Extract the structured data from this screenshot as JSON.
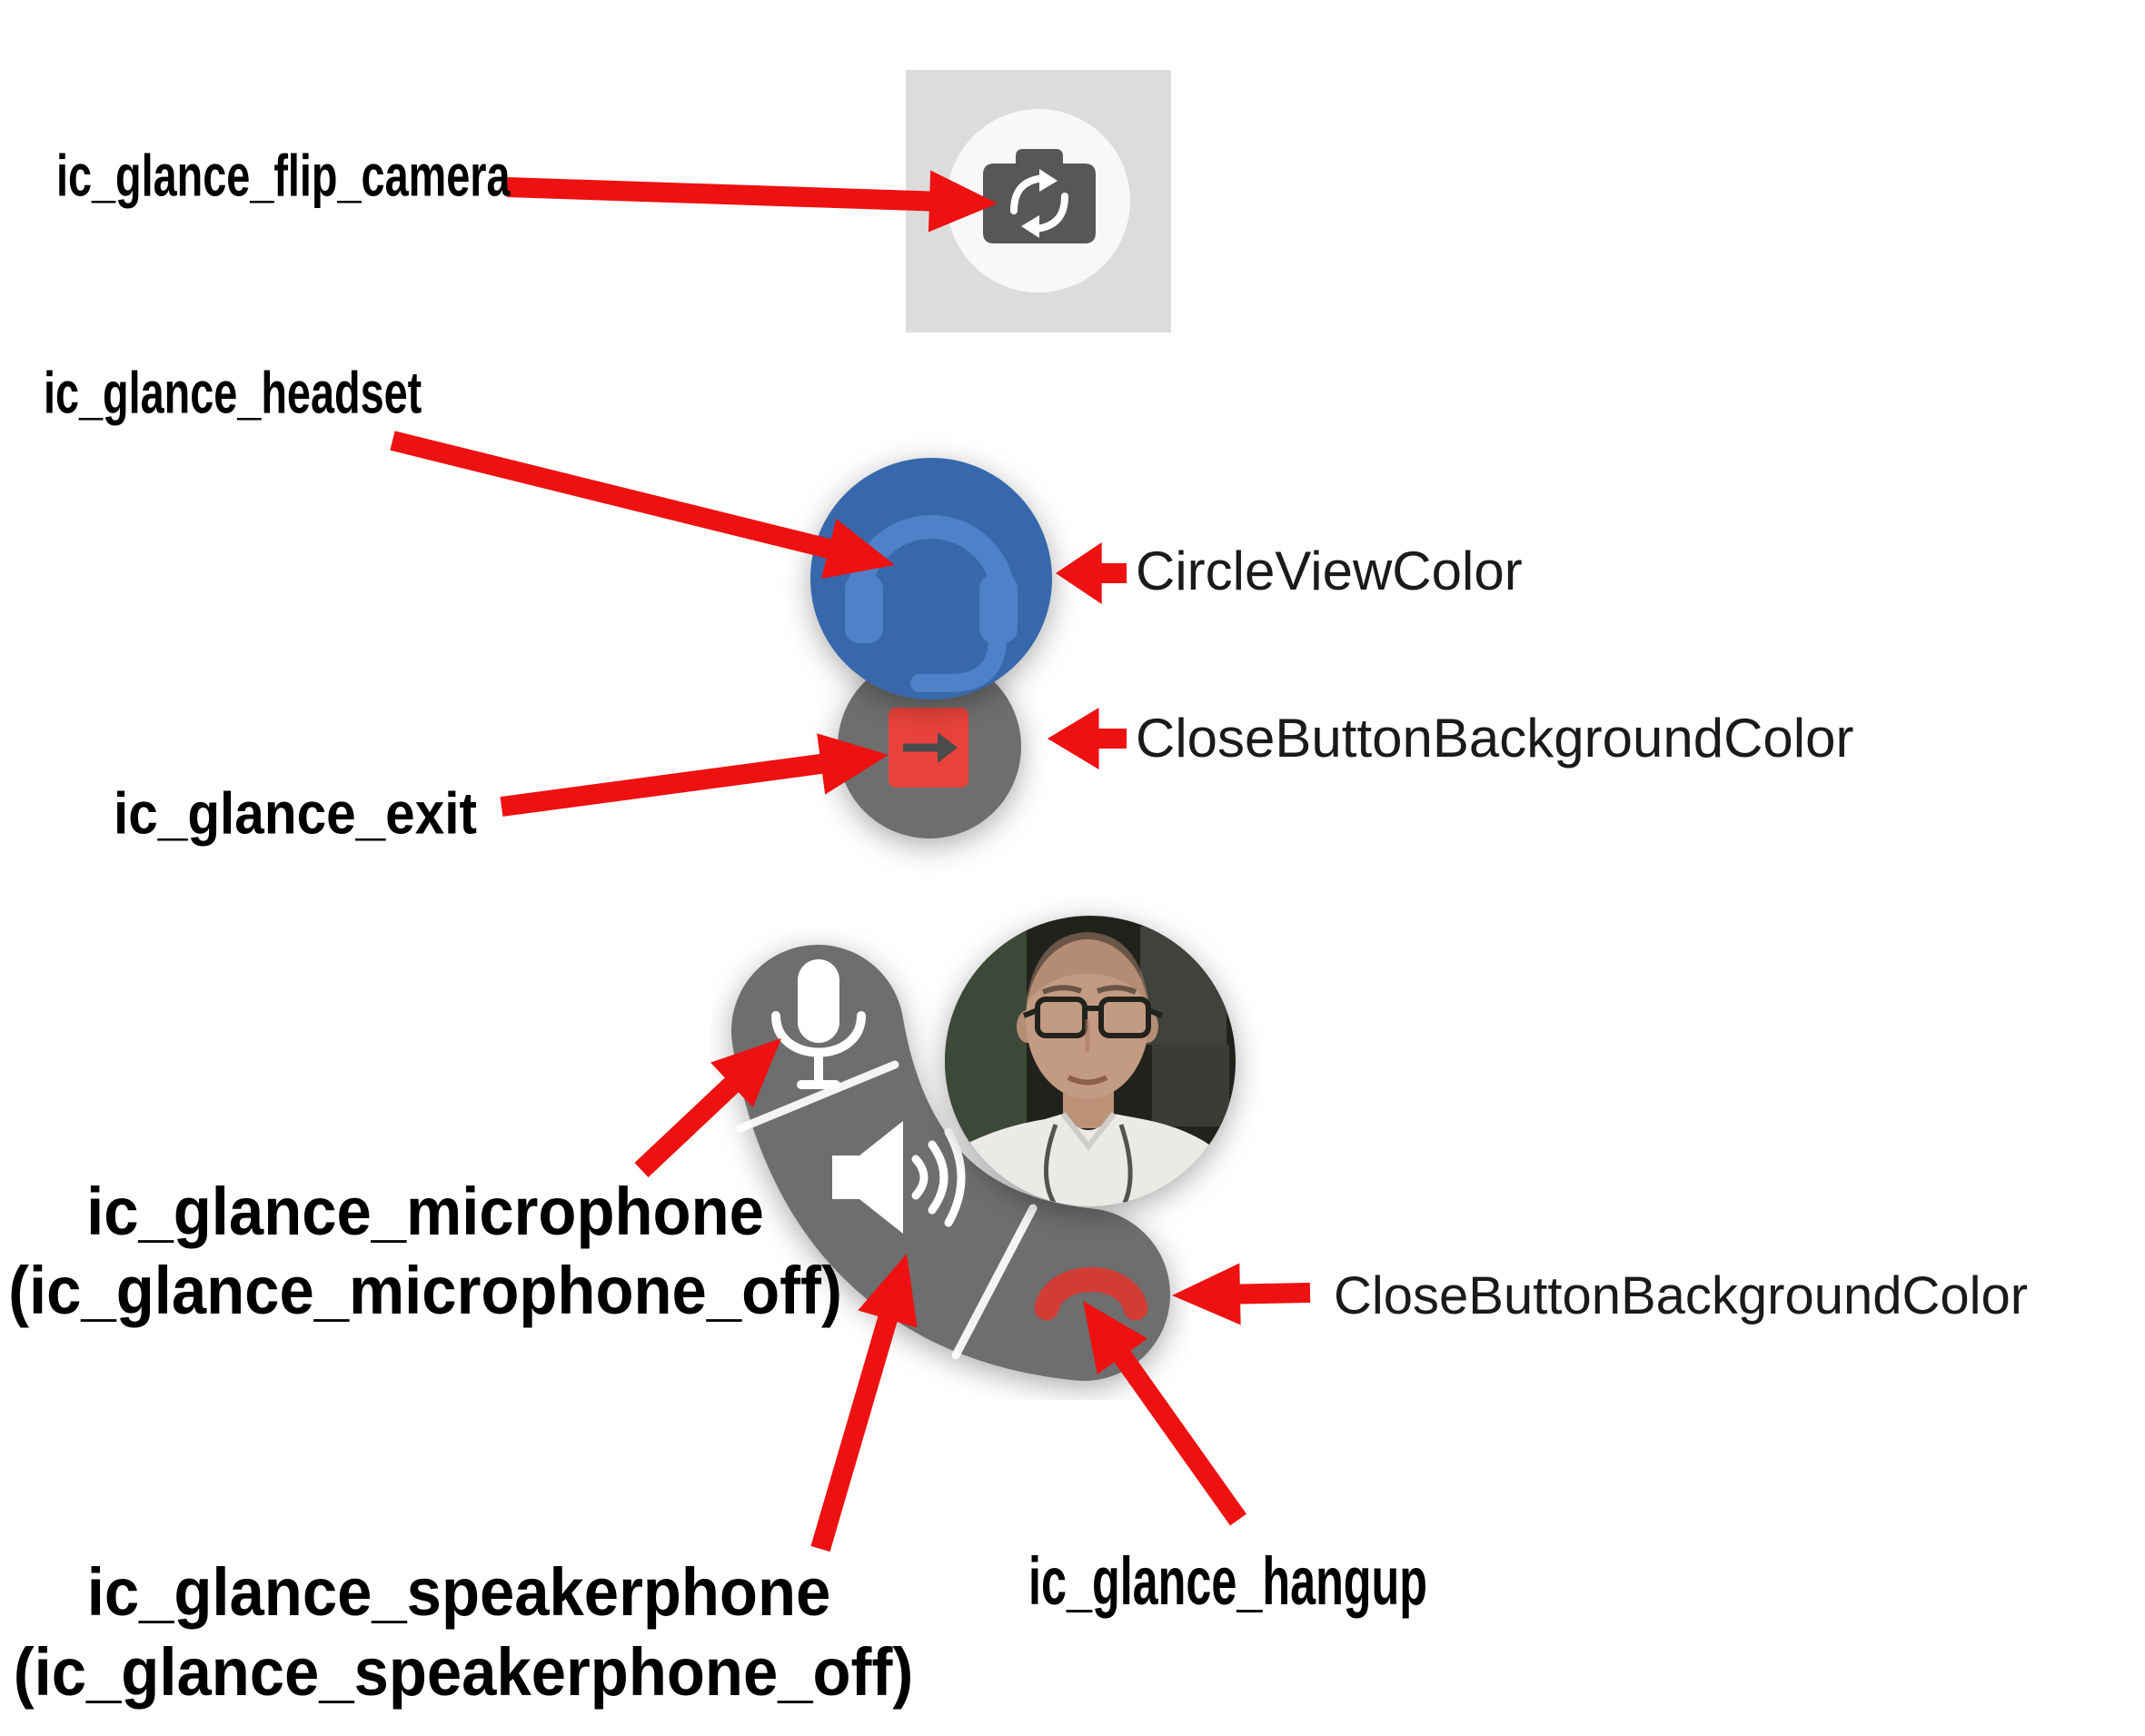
{
  "labels": {
    "flip_camera": "ic_glance_flip_camera",
    "headset": "ic_glance_headset",
    "circle_view_color": "CircleViewColor",
    "close_button_background_1": "CloseButtonBackgroundColor",
    "exit": "ic_glance_exit",
    "microphone_line1": "ic_glance_microphone",
    "microphone_line2": "(ic_glance_microphone_off)",
    "speakerphone_line1": "ic_glance_speakerphone",
    "speakerphone_line2": "(ic_glance_speakerphone_off)",
    "hangup": "ic_glance_hangup",
    "close_button_background_2": "CloseButtonBackgroundColor"
  },
  "icons": {
    "flip_camera": "flip-camera-icon",
    "headset": "headset-icon",
    "exit": "exit-icon",
    "microphone": "microphone-icon",
    "speakerphone": "speakerphone-icon",
    "hangup": "hangup-icon",
    "agent_video": "agent-video-avatar"
  },
  "colors": {
    "circle_view_color": "#3767ac",
    "headset_glyph": "#4f81c9",
    "close_button_background": "#6e6e6e",
    "annotation_arrow": "#ee1111",
    "hangup_icon": "#d13c35",
    "exit_icon_background": "#e8423a",
    "flip_camera_tile": "#dcdcdc"
  }
}
